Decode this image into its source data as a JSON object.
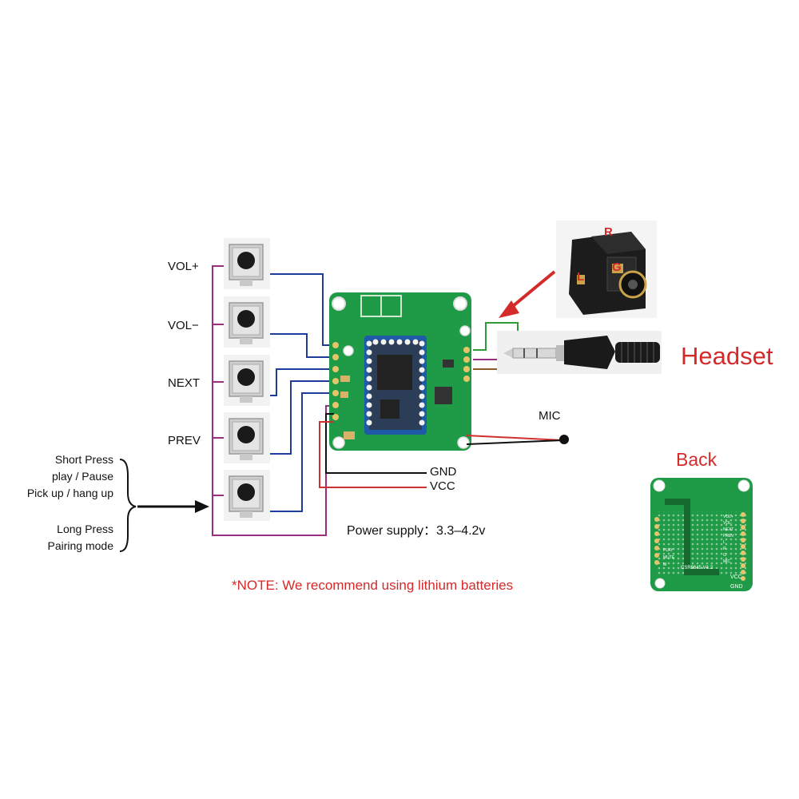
{
  "buttons": [
    {
      "label": "VOL+"
    },
    {
      "label": "VOL−"
    },
    {
      "label": "NEXT"
    },
    {
      "label": "PREV"
    },
    {
      "label": ""
    }
  ],
  "press_info": {
    "short_lines": [
      "Short Press",
      "play / Pause",
      "Pick up / hang up"
    ],
    "long_lines": [
      "Long Press",
      "Pairing mode"
    ]
  },
  "jack_pins": {
    "r": "R",
    "g": "G",
    "l": "L"
  },
  "labels": {
    "headset": "Headset",
    "mic": "MIC",
    "gnd": "GND",
    "vcc": "VCC",
    "power": "Power supply：3.3–4.2v",
    "back": "Back",
    "note": "*NOTE: We recommend using lithium batteries"
  },
  "back_board": {
    "silk_right": [
      "VOL+",
      "VOL-",
      "NEXT",
      "PREV",
      "L",
      "R",
      "G",
      "MIC"
    ],
    "silk_left": [
      "PLAY",
      "MUTE",
      "M"
    ],
    "model": "CSR8645 V4.2",
    "vcc": "VCC",
    "gnd": "GND"
  },
  "colors": {
    "pcb": "#1f9a46",
    "pcb_dark": "#167a36",
    "wire_purple": "#9b2d7f",
    "wire_blue": "#1f3c9a",
    "wire_red": "#d03030",
    "wire_green": "#2e9a3a",
    "wire_brown": "#8a5a2a",
    "accent_red": "#d42a2a",
    "module_blue": "#1f5aa8"
  }
}
